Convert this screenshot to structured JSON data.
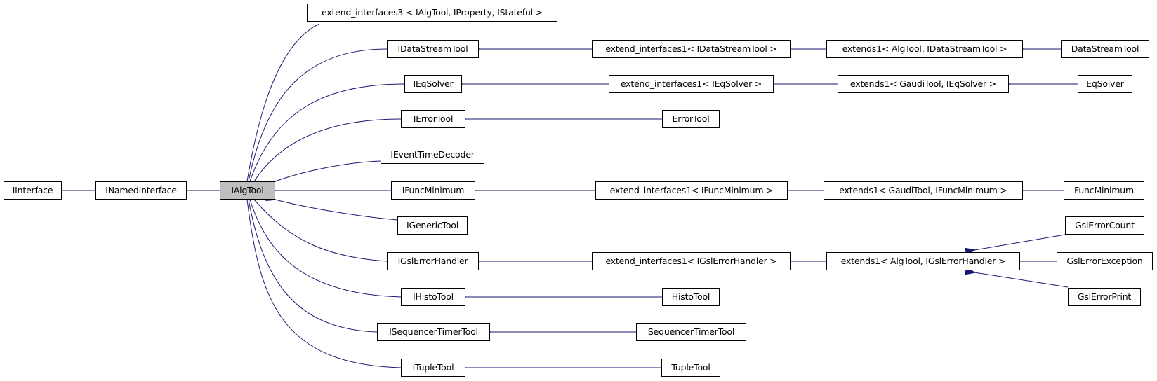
{
  "diagram": {
    "type": "inheritance-graph",
    "edge_color": "#191970",
    "focus_color": "#bfbfbf",
    "nodes": {
      "iinterface": "IInterface",
      "inamedinterface": "INamedInterface",
      "ialgtool": "IAlgTool",
      "extend_interfaces3": "extend_interfaces3 < IAlgTool, IProperty, IStateful >",
      "idatastreamtool": "IDataStreamTool",
      "ext1_idatastreamtool": "extend_interfaces1< IDataStreamTool >",
      "extends1_algtool_idatastreamtool": "extends1< AlgTool, IDataStreamTool >",
      "datastreamtool": "DataStreamTool",
      "ieqsolver": "IEqSolver",
      "ext1_ieqsolver": "extend_interfaces1< IEqSolver >",
      "extends1_gauditool_ieqsolver": "extends1< GaudiTool, IEqSolver >",
      "eqsolver": "EqSolver",
      "ierrortool": "IErrorTool",
      "errortool": "ErrorTool",
      "ieventtimedecoder": "IEventTimeDecoder",
      "ifuncminimum": "IFuncMinimum",
      "ext1_ifuncminimum": "extend_interfaces1< IFuncMinimum >",
      "extends1_gauditool_ifuncminimum": "extends1< GaudiTool, IFuncMinimum >",
      "funcminimum": "FuncMinimum",
      "igenerictool": "IGenericTool",
      "igslerrorhandler": "IGslErrorHandler",
      "ext1_igslerrorhandler": "extend_interfaces1< IGslErrorHandler >",
      "extends1_algtool_igslerrorhandler": "extends1< AlgTool, IGslErrorHandler >",
      "gslerrorcount": "GslErrorCount",
      "gslerrorexception": "GslErrorException",
      "gslerrorprint": "GslErrorPrint",
      "ihistotool": "IHistoTool",
      "histotool": "HistoTool",
      "isequencertimertool": "ISequencerTimerTool",
      "sequencertimertool": "SequencerTimerTool",
      "ituple tool": "ITupleTool",
      "ituplefix": "ITupleTool",
      "tupletool": "TupleTool"
    }
  }
}
